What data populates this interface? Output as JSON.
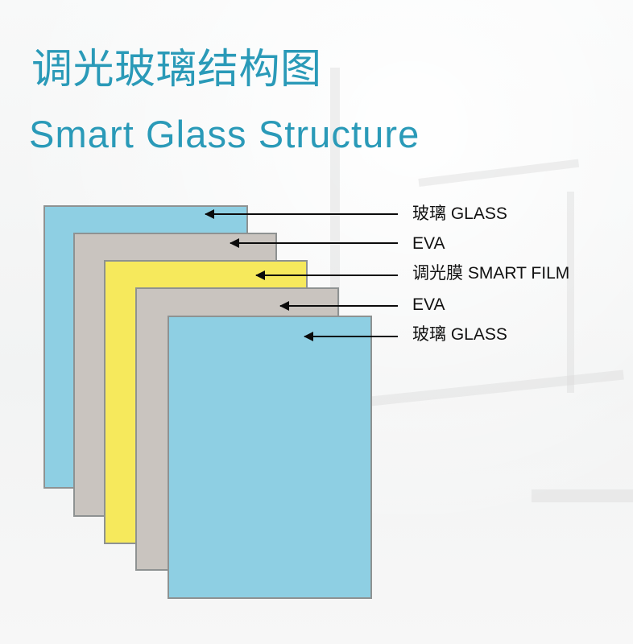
{
  "title": {
    "chinese": "调光玻璃结构图",
    "english": "Smart Glass Structure"
  },
  "layers": [
    {
      "label": "玻璃 GLASS",
      "fill": "#8ecfe3"
    },
    {
      "label": "EVA",
      "fill": "#c9c4bf"
    },
    {
      "label": "调光膜 SMART FILM",
      "fill": "#f6e95c"
    },
    {
      "label": "EVA",
      "fill": "#c9c4bf"
    },
    {
      "label": "玻璃 GLASS",
      "fill": "#8ecfe3"
    }
  ],
  "colors": {
    "title": "#2a9ab8",
    "border": "#8e9292",
    "arrow": "#0b0b0b"
  }
}
